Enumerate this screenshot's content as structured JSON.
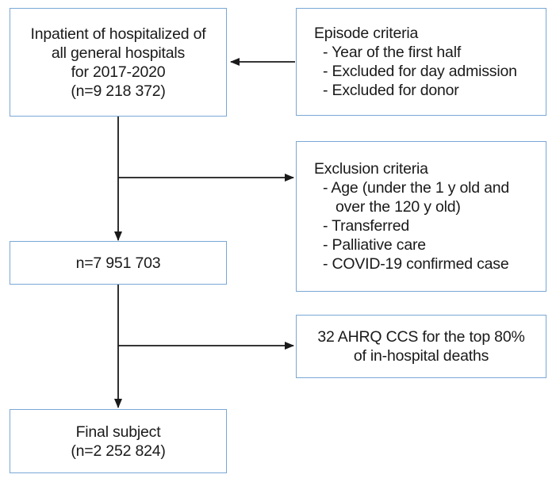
{
  "boxes": {
    "inpatient": {
      "lines": [
        "Inpatient of hospitalized of",
        "all general hospitals",
        "for 2017-2020",
        "(n=9 218 372)"
      ]
    },
    "episode": {
      "heading": "Episode criteria",
      "items": [
        "- Year of the first half",
        "- Excluded for day admission",
        "- Excluded for donor"
      ]
    },
    "exclusion": {
      "heading": "Exclusion criteria",
      "items": [
        "- Age (under the 1 y old and",
        "over the 120 y old)",
        "- Transferred",
        "- Palliative care",
        "- COVID-19 confirmed case"
      ]
    },
    "mid": {
      "lines": [
        "n=7 951 703"
      ]
    },
    "ahrq": {
      "lines": [
        "32 AHRQ CCS for the top 80%",
        "of in-hospital deaths"
      ]
    },
    "final": {
      "lines": [
        "Final subject",
        "(n=2 252 824)"
      ]
    }
  },
  "colors": {
    "box_border": "#7aa7d6",
    "connector": "#1a1a1a",
    "text": "#1a1a1a"
  }
}
